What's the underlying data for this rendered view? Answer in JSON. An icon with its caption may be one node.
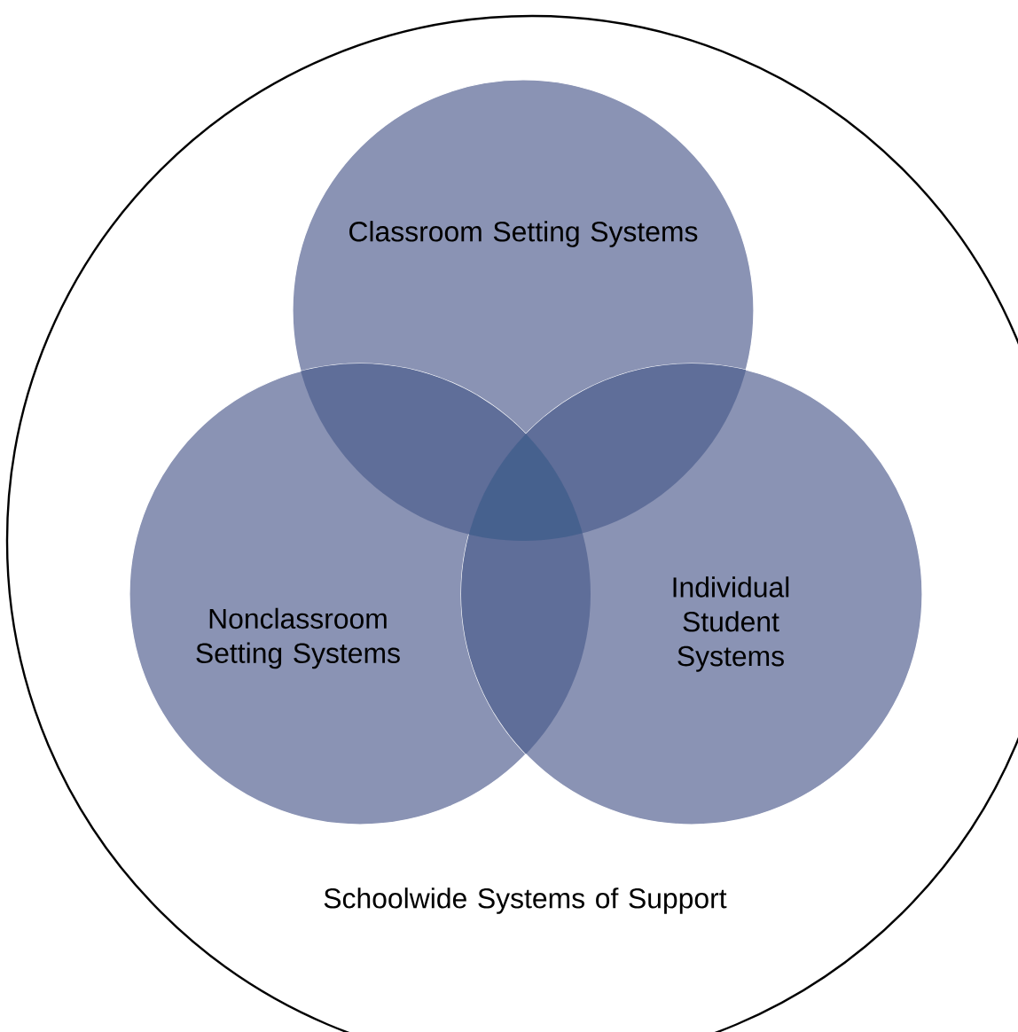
{
  "diagram": {
    "nodes": [
      {
        "text": [
          "Schoolwide Systems of Support"
        ]
      },
      {
        "text": [
          "Classroom Setting Systems"
        ],
        "in": 0
      },
      {
        "text": [
          "Nonclassroom Setting Systems"
        ],
        "in": 0
      },
      {
        "text": [
          "Individual Student Systems"
        ],
        "in": 0
      }
    ],
    "edges": []
  }
}
